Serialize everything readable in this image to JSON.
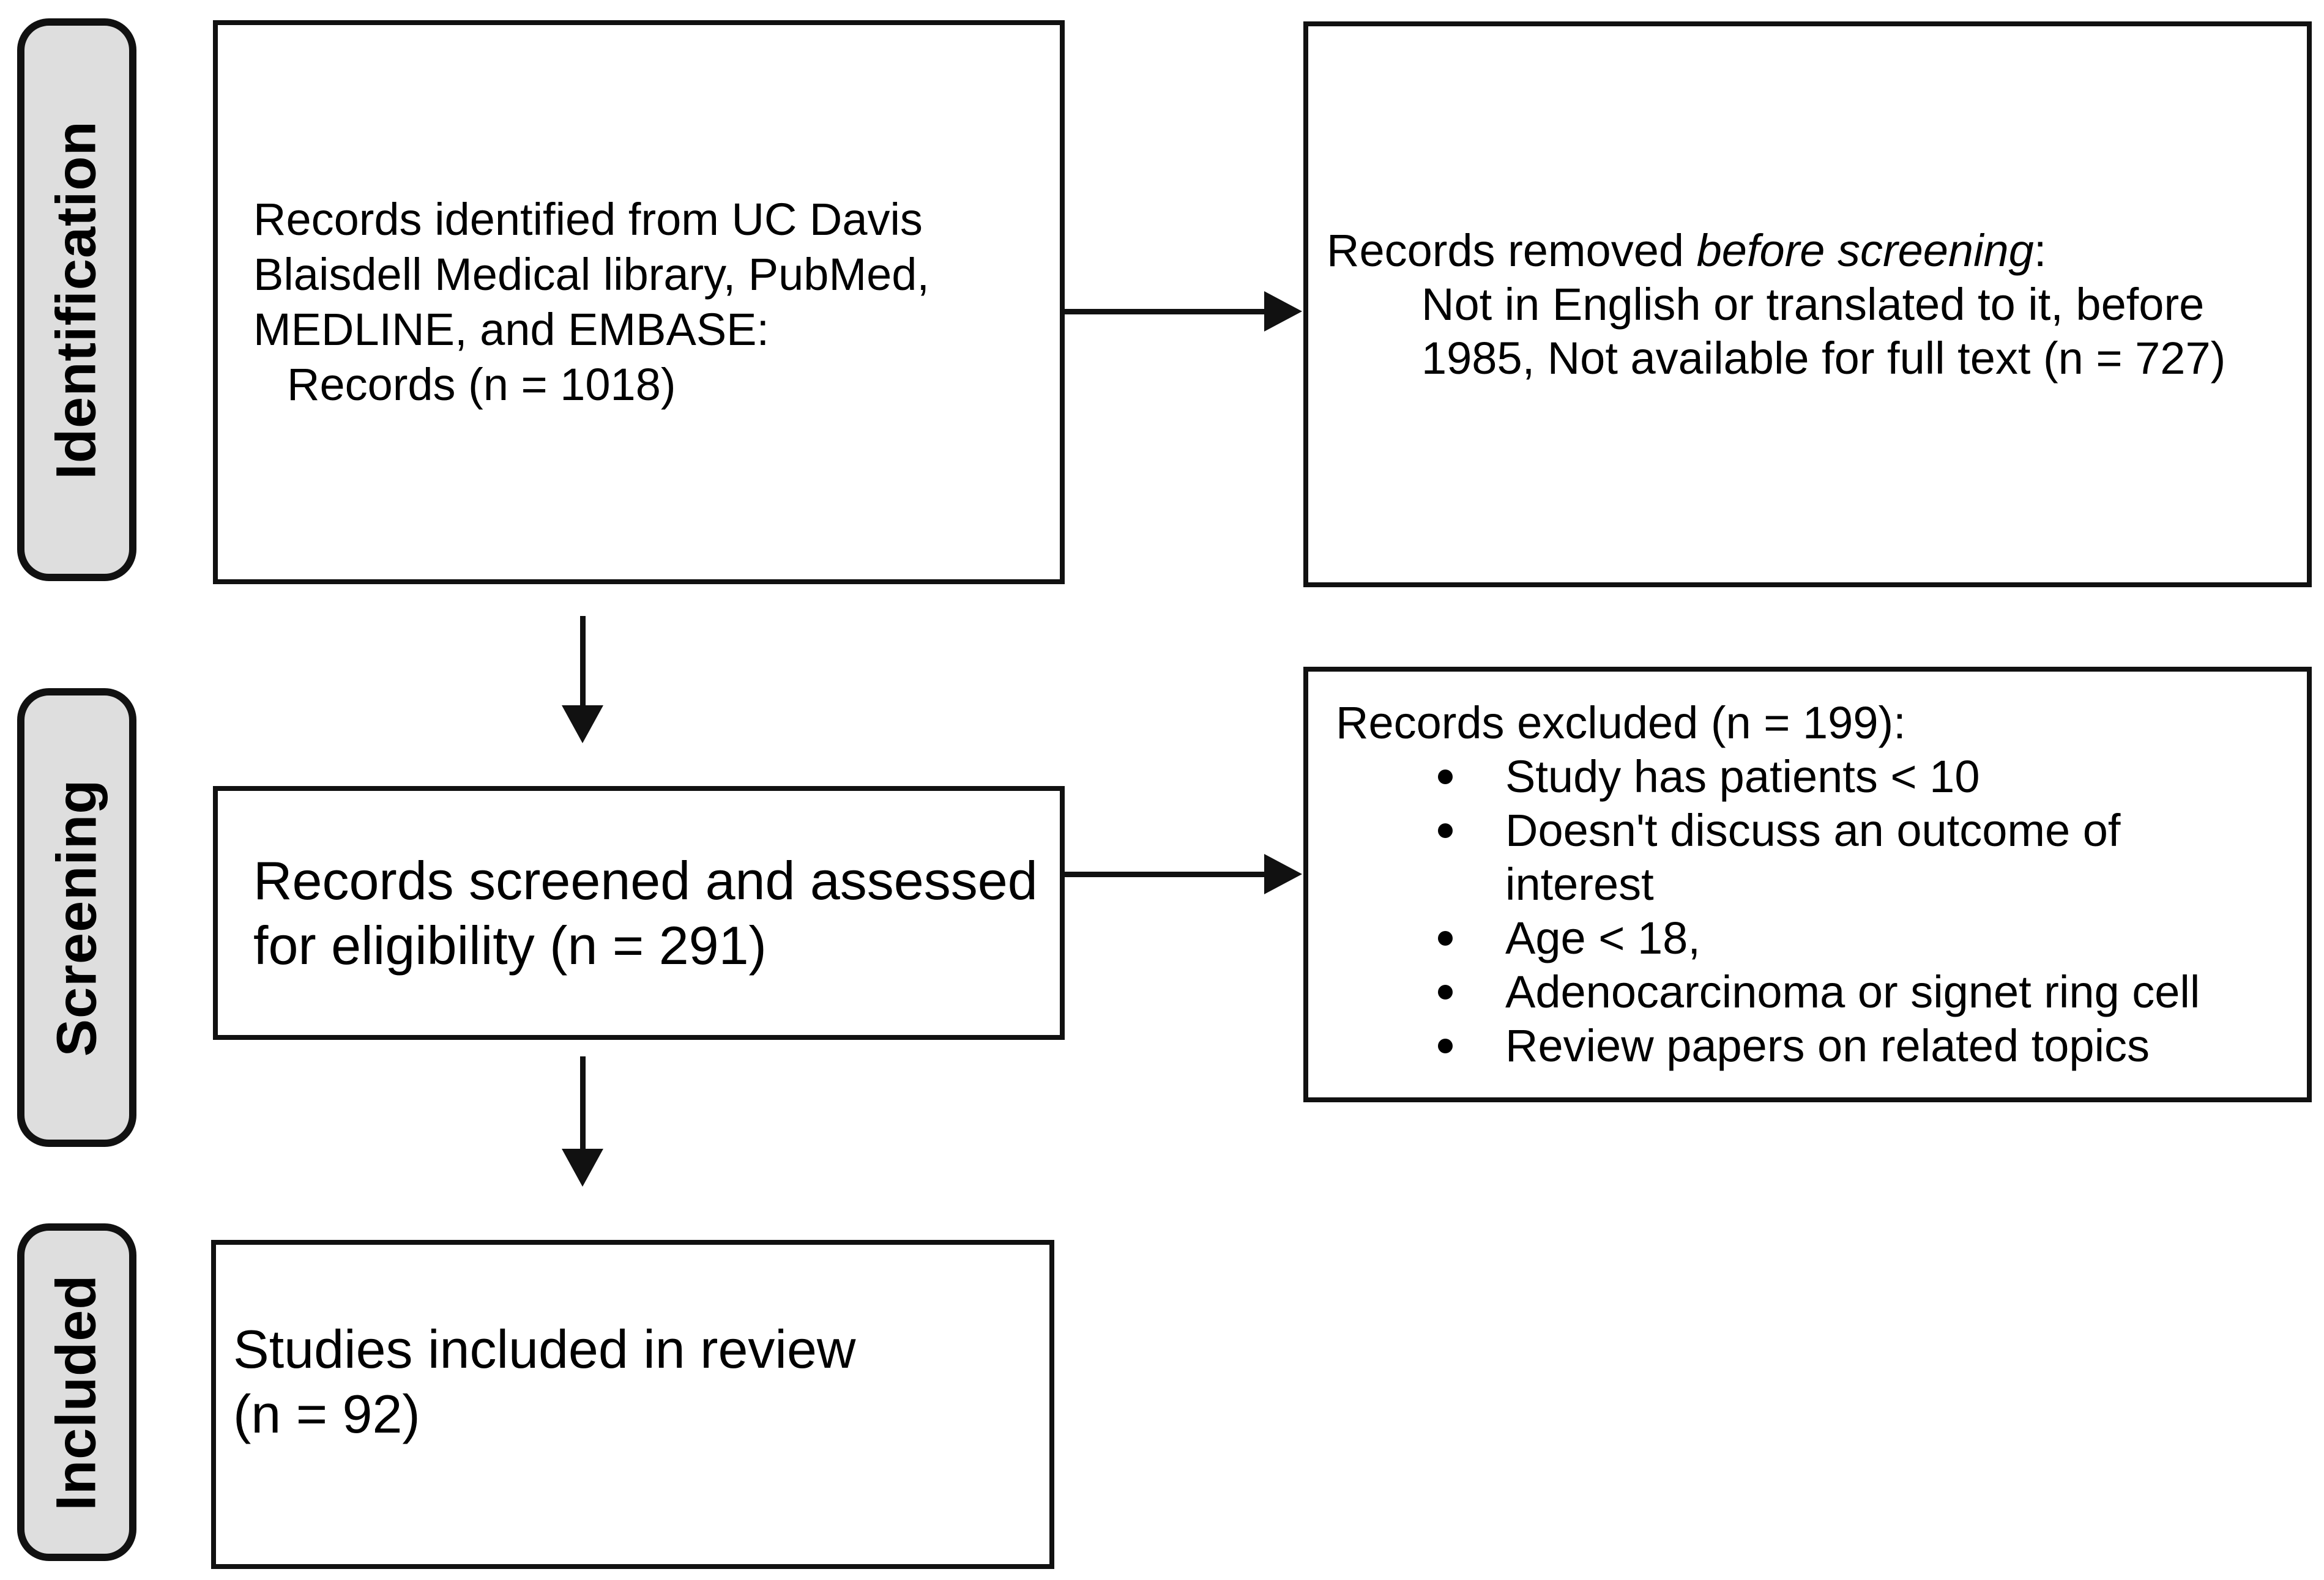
{
  "stages": [
    {
      "label": "Identification"
    },
    {
      "label": "Screening"
    },
    {
      "label": "Included"
    }
  ],
  "boxes": {
    "records_identified": {
      "lines": [
        "Records identified from UC Davis",
        "Blaisdell Medical library, PubMed,",
        "MEDLINE, and EMBASE:"
      ],
      "count_line": "Records (n = 1018)"
    },
    "records_removed": {
      "lead": "Records removed ",
      "emphasis": "before screening",
      "colon": ":",
      "reasons": [
        "Not in English or translated to it, before",
        "1985, Not available for full text (n = 727)"
      ]
    },
    "records_screened": {
      "lines": [
        "Records screened and assessed",
        "for eligibility (n = 291)"
      ]
    },
    "records_excluded": {
      "header": "Records excluded (n = 199):",
      "bullets": [
        "Study has patients < 10",
        "Doesn't discuss an outcome of interest",
        "Age < 18,",
        "Adenocarcinoma or signet ring cell",
        "Review papers on related topics"
      ]
    },
    "studies_included": {
      "lines": [
        "Studies included in review",
        "(n = 92)"
      ]
    }
  },
  "colors": {
    "stage_fill": "#dedede",
    "line": "#111111",
    "background": "#ffffff"
  }
}
